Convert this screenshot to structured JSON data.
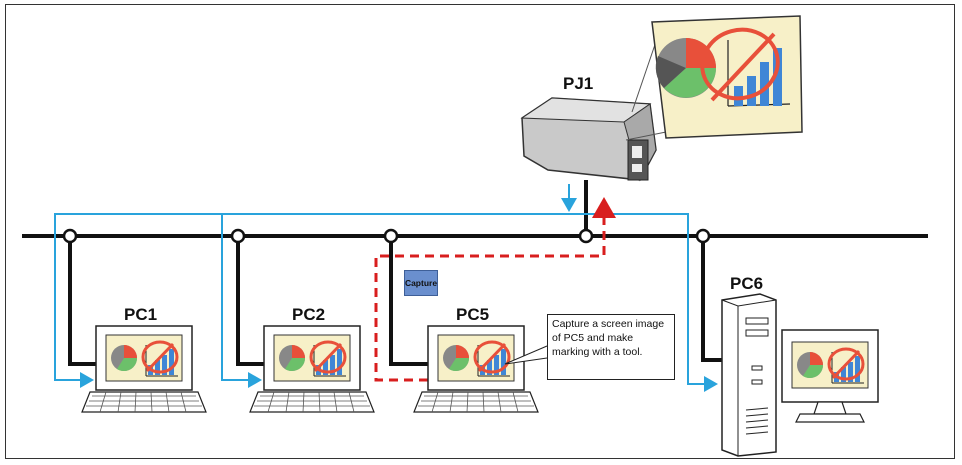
{
  "labels": {
    "pj1": "PJ1",
    "pc1": "PC1",
    "pc2": "PC2",
    "pc5": "PC5",
    "pc6": "PC6"
  },
  "capture_button": "Capture",
  "callout_text": "Capture a screen image of PC5 and make marking with a tool.",
  "colors": {
    "network_line": "#111111",
    "data_flow": "#29a3dc",
    "capture_path": "#d81e1e",
    "marking": "#e8503a",
    "screen_bg": "#f7f0c8",
    "projector_body": "#c9c9c9"
  }
}
